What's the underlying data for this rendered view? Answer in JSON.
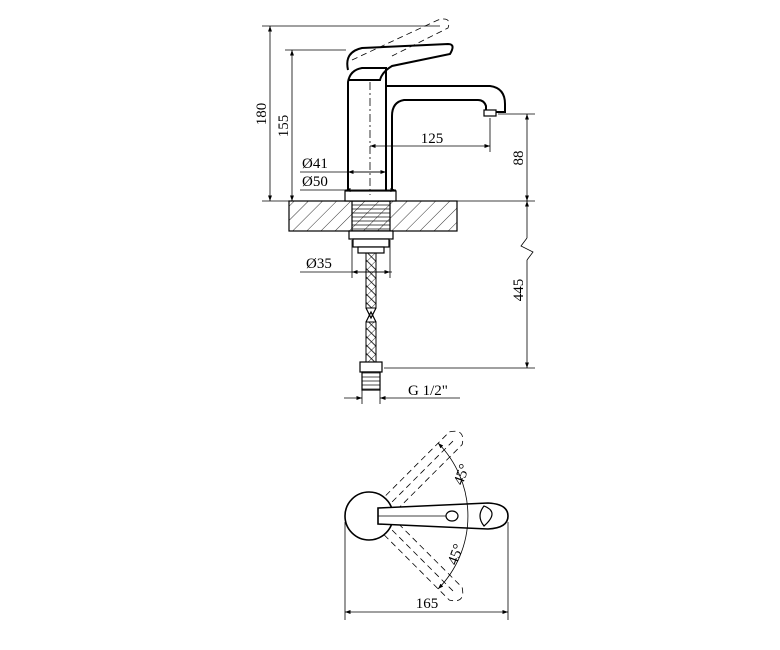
{
  "dimensions": {
    "total_height": "180",
    "spout_height_to_lever": "155",
    "spout_reach": "125",
    "spout_outlet_height": "88",
    "body_diameter": "Ø41",
    "base_diameter": "Ø50",
    "mount_diameter": "Ø35",
    "hose_length": "445",
    "connection": "G 1/2\"",
    "lever_angle_top": "45°",
    "lever_angle_bottom": "45°",
    "plan_length": "165"
  }
}
